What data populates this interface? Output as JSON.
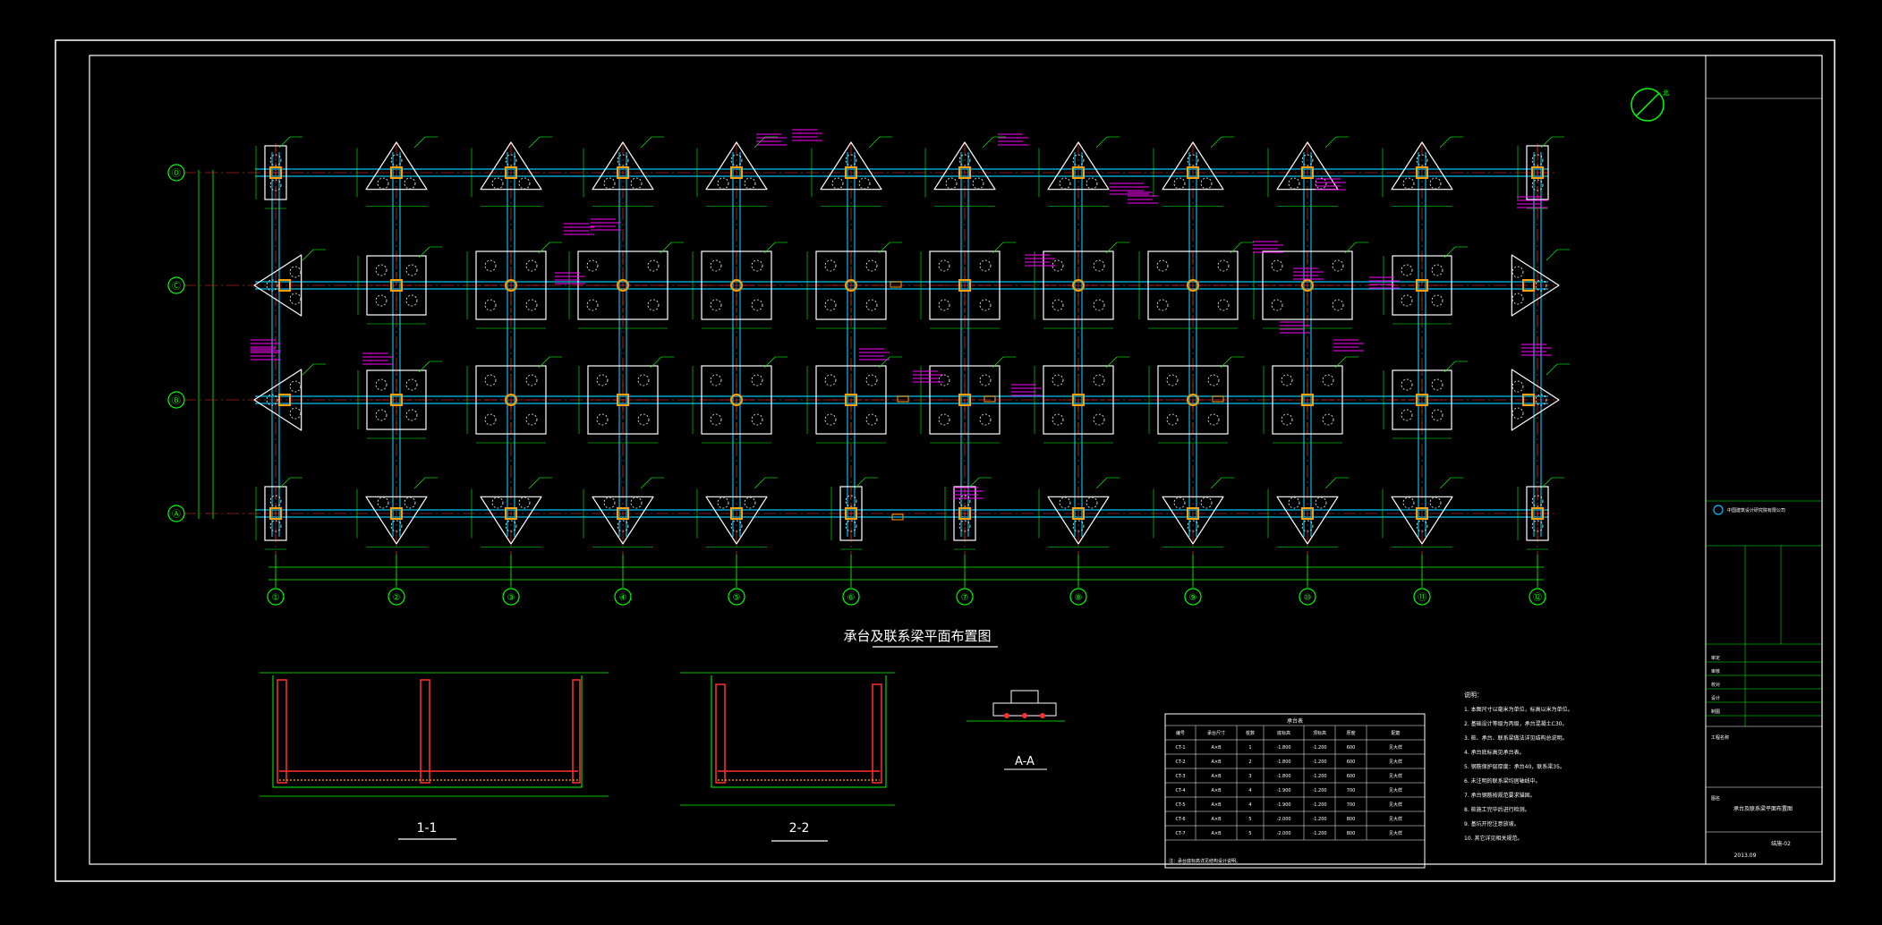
{
  "colors": {
    "background": "#000000",
    "frame": "#ffffff",
    "cap_outline": "#ffffff",
    "grid_line": "#00a0c8",
    "axis": "#ff3030",
    "dimension": "#00ff00",
    "annotation": "#ff00ff",
    "column": "#ffa000",
    "rebar": "#ff3030",
    "pile": "#ffffff",
    "title": "#ffffff"
  },
  "grid": {
    "columns": [
      "①",
      "②",
      "③",
      "④",
      "⑤",
      "⑥",
      "⑦",
      "⑧",
      "⑨",
      "⑩",
      "⑪",
      "⑫"
    ],
    "rows": [
      "Ⓓ",
      "Ⓒ",
      "Ⓑ",
      "Ⓐ"
    ]
  },
  "plan_title": "承台及联系梁平面布置图",
  "sections": {
    "s11": "1-1",
    "s22": "2-2",
    "saa": "A-A"
  },
  "north_label": "北",
  "notes": {
    "title": "说明：",
    "lines": [
      "1. 本图尺寸以毫米为单位，标高以米为单位。",
      "2. 基础设计等级为丙级，承台混凝土C30。",
      "3. 桩、承台、联系梁做法详见结构总说明。",
      "4. 承台底标高见承台表。",
      "5. 钢筋保护层厚度：承台40，联系梁35。",
      "6. 未注明的联系梁均居轴线中。",
      "7. 承台钢筋按规范要求锚固。",
      "8. 桩施工完毕后进行检测。",
      "9. 基坑开挖注意放坡。",
      "10. 其它详见相关规范。"
    ]
  },
  "table": {
    "title": "承台表",
    "headers": [
      "编号",
      "承台尺寸",
      "桩数",
      "底标高",
      "顶标高",
      "厚度",
      "配筋"
    ],
    "rows": [
      [
        "CT-1",
        "A×B",
        "1",
        "-1.800",
        "-1.200",
        "600",
        "见大样"
      ],
      [
        "CT-2",
        "A×B",
        "2",
        "-1.800",
        "-1.200",
        "600",
        "见大样"
      ],
      [
        "CT-3",
        "A×B",
        "3",
        "-1.800",
        "-1.200",
        "600",
        "见大样"
      ],
      [
        "CT-4",
        "A×B",
        "4",
        "-1.900",
        "-1.200",
        "700",
        "见大样"
      ],
      [
        "CT-5",
        "A×B",
        "4",
        "-1.900",
        "-1.200",
        "700",
        "见大样"
      ],
      [
        "CT-6",
        "A×B",
        "5",
        "-2.000",
        "-1.200",
        "800",
        "见大样"
      ],
      [
        "CT-7",
        "A×B",
        "5",
        "-2.000",
        "-1.200",
        "800",
        "见大样"
      ]
    ],
    "footnote": "注：承台底标高详见结构设计说明。"
  },
  "title_block": {
    "company": "中国建筑设计研究院有限公司",
    "project_label": "工程名称",
    "drawing_label": "图名",
    "drawing_name": "承台及联系梁平面布置图",
    "fields": [
      {
        "k": "审定",
        "v": ""
      },
      {
        "k": "审核",
        "v": ""
      },
      {
        "k": "校对",
        "v": ""
      },
      {
        "k": "设计",
        "v": ""
      },
      {
        "k": "制图",
        "v": ""
      }
    ],
    "sheet_no": "结施-02",
    "date": "2013.09"
  }
}
